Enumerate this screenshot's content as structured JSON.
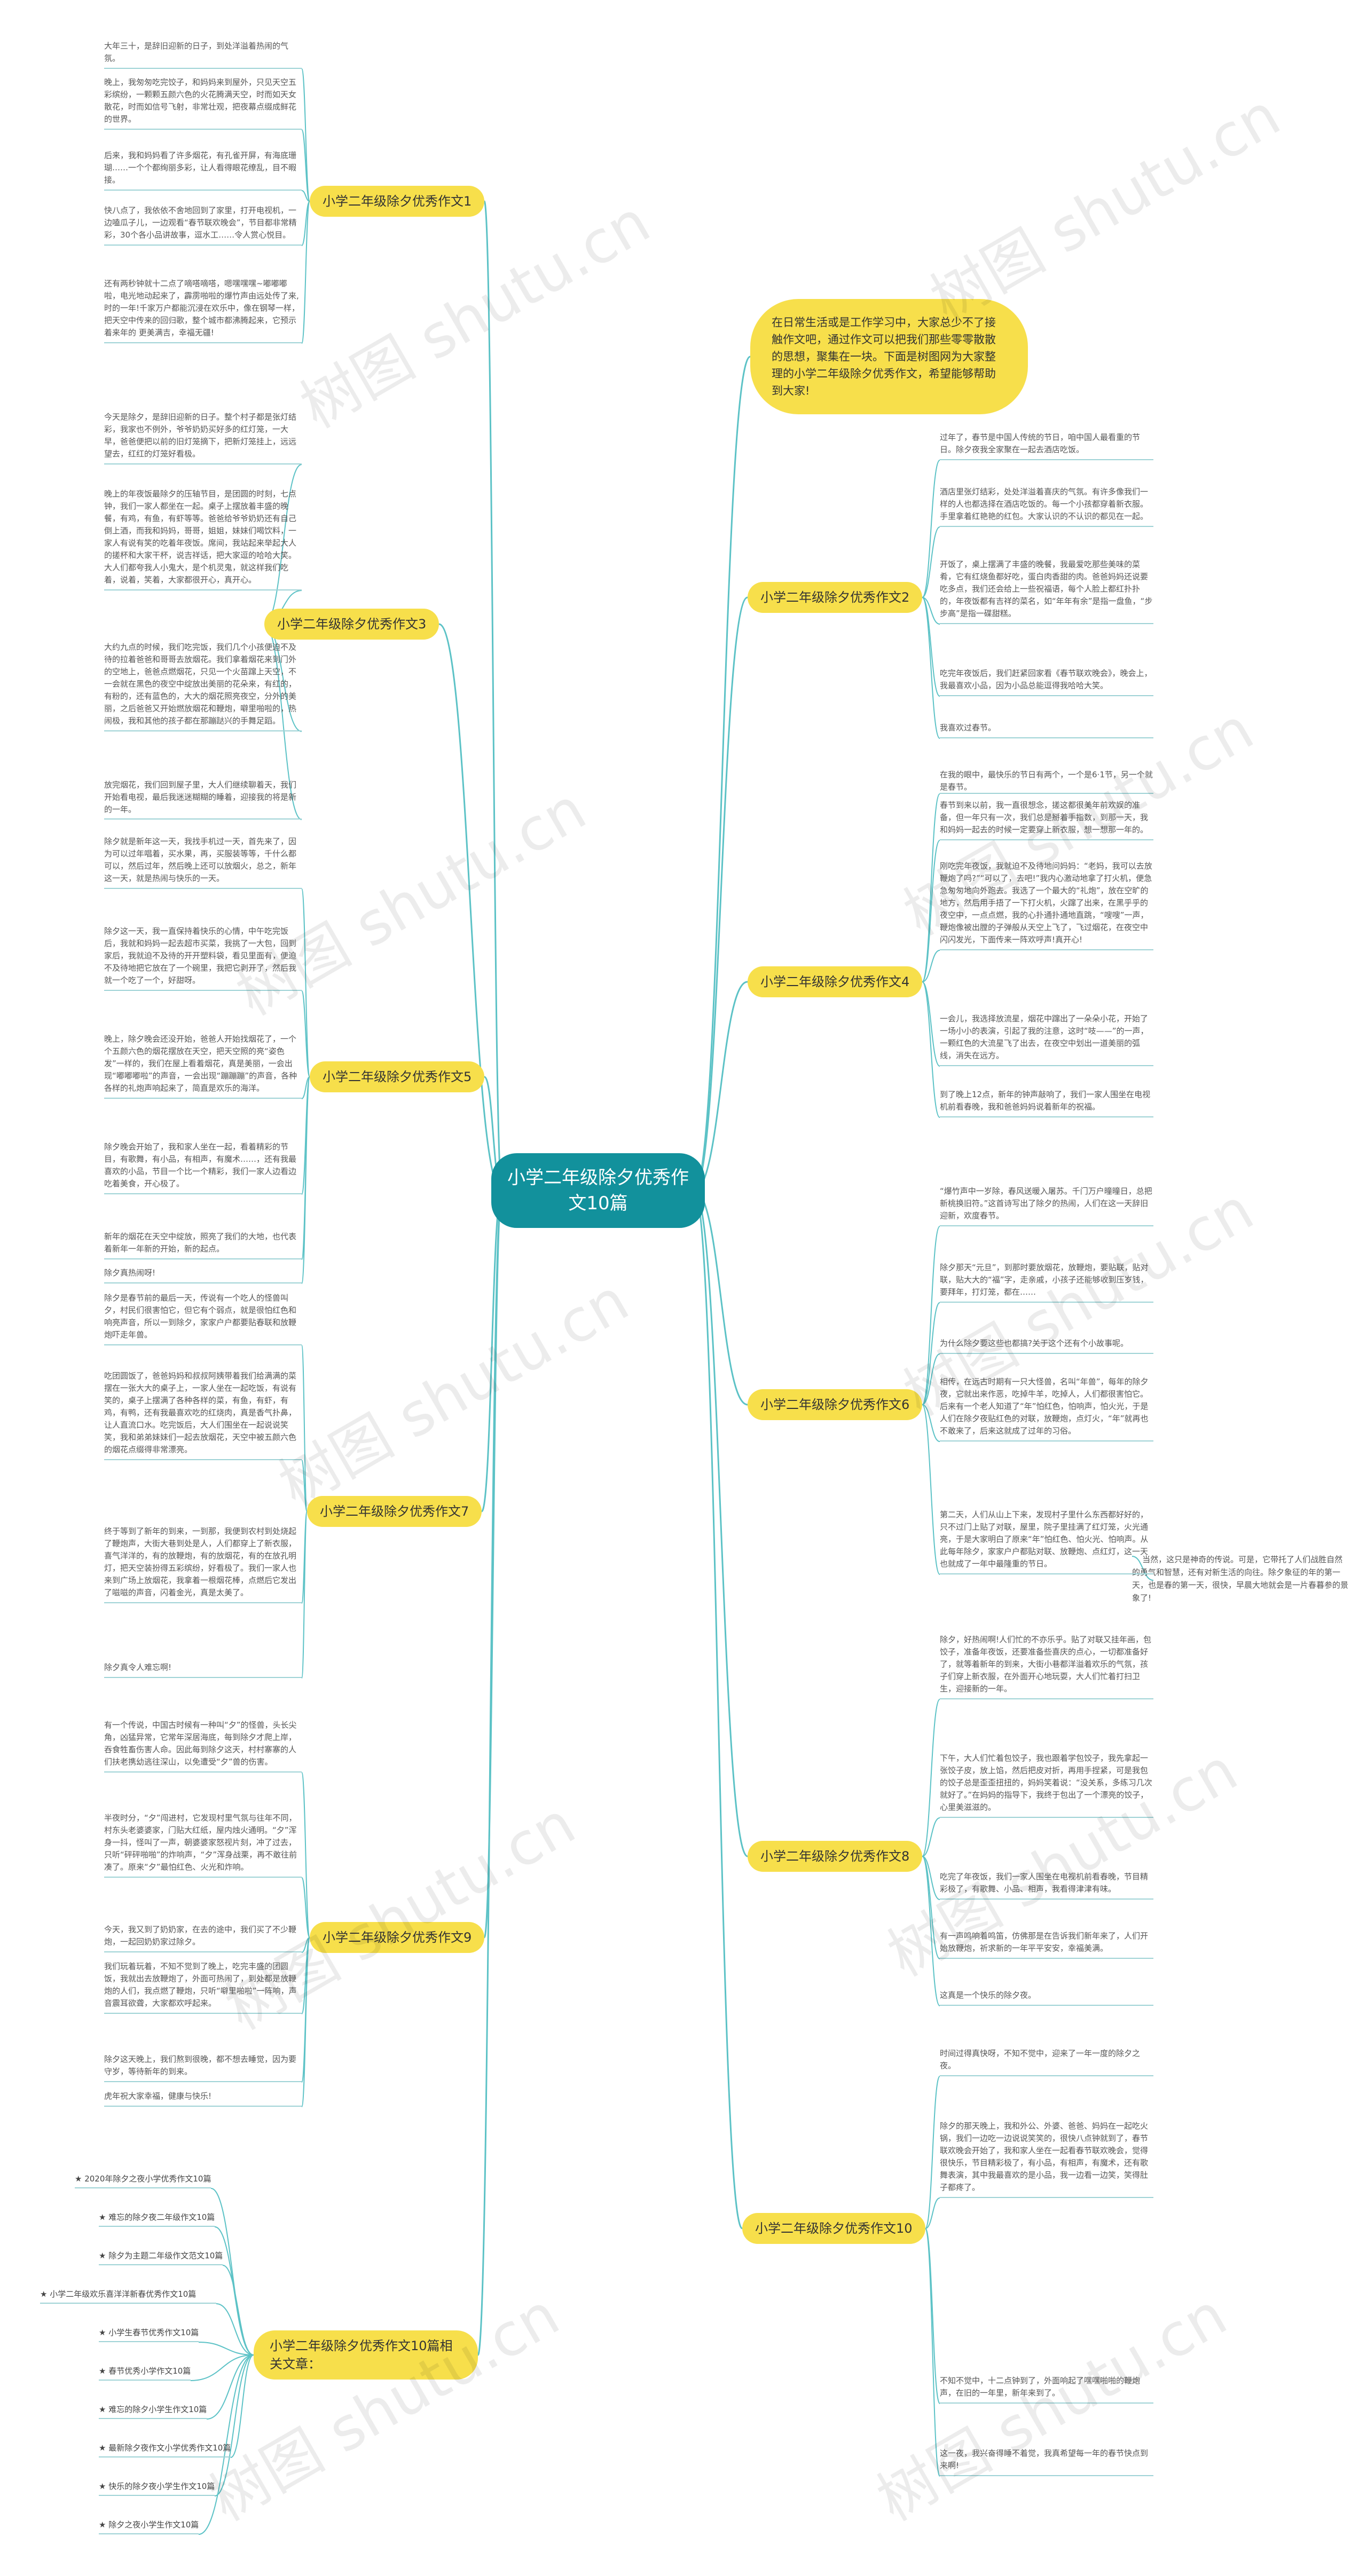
{
  "root": {
    "title": "小学二年级除夕优秀作文10篇"
  },
  "intro": "在日常生活或是工作学习中，大家总少不了接触作文吧，通过作文可以把我们那些零零散散的思想，聚集在一块。下面是树图网为大家整理的小学二年级除夕优秀作文，希望能够帮助到大家!",
  "branches": [
    {
      "label": "小学二年级除夕优秀作文1",
      "paras": [
        "大年三十，是辞旧迎新的日子，到处洋溢着热闹的气氛。",
        "晚上，我匆匆吃完饺子，和妈妈来到屋外，只见天空五彩缤纷，一颗颗五颜六色的火花腾满天空，时而如天女散花，时而如信号飞射，非常壮观，把夜幕点缀成鲜花的世界。",
        "后来，我和妈妈看了许多烟花，有孔雀开屏，有海底珊瑚……一个个都绚丽多彩，让人看得眼花缭乱，目不暇接。",
        "快八点了，我依依不舍地回到了家里，打开电视机，一边嗑瓜子儿，一边观看“春节联欢晚会”，节目都非常精彩，30个各小品讲故事，逗水工……令人赏心悦目。",
        "还有两秒钟就十二点了嘀嗒嘀嗒，嗯嘿嘿嘿~嘟嘟嘟啦，电光地动起来了，霹雳啪啦的爆竹声由远处传了来,时的一年!千家万户都能沉浸在欢乐中，像在钢琴一样，把天空中传来的回归歌，整个城市都沸腾起来，它预示着来年的 更美满吉，幸福无疆!"
      ]
    },
    {
      "label": "小学二年级除夕优秀作文2",
      "paras": [
        "过年了，春节是中国人传统的节日，咱中国人最看重的节日。除夕夜我全家聚在一起去酒店吃饭。",
        "酒店里张灯结彩，处处洋溢着喜庆的气氛。有许多像我们一样的人也都选择在酒店吃饭的。每一个小孩都穿着新衣服。手里拿着红艳艳的红包。大家认识的不认识的都见在一起。",
        "开饭了，桌上摆满了丰盛的晚餐，我最爱吃那些美味的菜肴，它有红烧鱼都好吃，蛋白肉香甜的肉。爸爸妈妈还说要吃多点，我们还会给上一些祝福语，每个人脸上都红扑扑的，年夜饭都有吉祥的菜名，如“年年有余”是指一盘鱼，“步步高”是指一碟甜糕。",
        "吃完年夜饭后，我们赶紧回家看《春节联欢晚会》，晚会上，我最喜欢小品，因为小品总能逗得我哈哈大笑。",
        "我喜欢过春节。"
      ]
    },
    {
      "label": "小学二年级除夕优秀作文3",
      "paras": [
        "今天是除夕，是辞旧迎新的日子。整个村子都是张灯结彩，我家也不例外，爷爷奶奶买好多的红灯笼，一大早，爸爸便把以前的旧灯笼摘下，把新灯笼挂上，远远望去，红红的灯笼好看极。",
        "晚上的年夜饭最除夕的压轴节目，是团圆的时刻，七点钟，我们一家人都坐在一起。桌子上摆放着丰盛的晚餐，有鸡，有鱼，有虾等等。爸爸给爷爷奶奶还有自己倒上酒，而我和妈妈，哥哥，姐姐，妹妹们喝饮料，一家人有说有笑的吃着年夜饭。席间，我站起来举起大人的搓杯和大家干杯，说吉祥话，把大家逗的哈哈大笑。大人们都夸我人小鬼大，是个机灵鬼，就这样我们吃着，说着，笑着，大家都很开心，真开心。",
        "大约九点的时候，我们吃完饭，我们几个小孩便迫不及待的拉着爸爸和哥哥去放烟花。我们拿着烟花来到门外的空地上，爸爸点燃烟花，只见一个火苗蹿上天空，不一会就在黑色的夜空中绽放出美丽的花朵来，有红的，有粉的，还有蓝色的，大大的烟花照亮夜空，分外的美丽，之后爸爸又开始燃放烟花和鞭炮，噼里啪啦的，热闹极，我和其他的孩子都在那蹦跶兴的手舞足蹈。",
        "放完烟花，我们回到屋子里，大人们继续聊着天，我们开始看电视，最后我迷迷糊糊的睡着，迎接我的将是新的一年。"
      ]
    },
    {
      "label": "小学二年级除夕优秀作文4",
      "paras": [
        "在我的眼中，最快乐的节日有两个，一个是6·1节，另一个就是春节。",
        "春节到来以前，我一直很想念，搓这都很美年前欢娱的准备，但一年只有一次，我们总是掰着手指数，到那一天，我和妈妈一起去的时候一定要穿上新衣服，想一想那一年的。",
        "刚吃完年夜饭，我就迫不及待地问妈妈：“老妈，我可以去放鞭炮了吗?”“可以了，去吧!”我内心激动地拿了打火机，便急急匆匆地向外跑去。我选了一个最大的“礼炮”，放在空旷的地方，然后用手捂了一下打火机，火蹿了出来，在黑乎乎的夜空中，一点点燃，我的心扑通扑通地直跳，“嗖嗖”一声，鞭炮像被出膛的子弹般从天空上飞了，飞过烟花，在夜空中闪闪发光，下面传来一阵欢呼声!真开心!",
        "一会儿，我选择放流星，烟花中蹿出了一朵朵小花，开始了一场小小的表演，引起了我的注意，这时“吱——”的一声，一颗红色的大流星飞了出去，在夜空中划出一道美丽的弧线，消失在远方。",
        "到了晚上12点，新年的钟声敲响了，我们一家人围坐在电视机前看春晚，我和爸爸妈妈说着新年的祝福。"
      ]
    },
    {
      "label": "小学二年级除夕优秀作文5",
      "paras": [
        "除夕就是新年这一天，我找手机过一天，首先来了，因为可以过年唱着，买水果，再，买服装等等，千什么都可以，然后过年，然后晚上还可以放烟火，总之，新年这一天，就是热闹与快乐的一天。",
        "除夕这一天，我一直保持着快乐的心情，中午吃完饭后，我就和妈妈一起去超市买菜，我挑了一大包，回到家后，我就迫不及待的开开塑料袋，看见里面有，便迫不及待地把它放在了一个碗里，我把它剥开了，然后我就一个吃了一个，好甜呀。",
        "晚上，除夕晚会还没开始，爸爸人开始找烟花了，一个个五颜六色的烟花摆放在天空，把天空照的亮“姿色发”一样的，我们在屋上看着烟花，真是美丽，一会出现“嘟嘟嘟啦”的声音，一会出现“蹦蹦蹦”的声音，各种各样的礼炮声响起来了，简直是欢乐的海洋。",
        "除夕晚会开始了，我和家人坐在一起，看着精彩的节目，有歌舞，有小品，有相声，有魔术……，还有我最喜欢的小品，节目一个比一个精彩，我们一家人边看边吃着美食，开心极了。",
        "新年的烟花在天空中绽放，照亮了我们的大地，也代表着新年一年新的开始，新的起点。",
        "除夕真热闹呀!"
      ]
    },
    {
      "label": "小学二年级除夕优秀作文6",
      "paras": [
        "“爆竹声中一岁除，春风送暖入屠苏。千门万户曈曈日，总把新桃换旧符。”这首诗写出了除夕的热闹，人们在这一天辞旧迎新，欢度春节。",
        "除夕那天“元旦”，到那时要放烟花，放鞭炮，要贴联，贴对联，贴大大的“福”字，走亲戚，小孩子还能够收到压岁钱，要拜年，打灯笼，都在……",
        "为什么除夕要这些也都搞?关于这个还有个小故事呢。",
        "相传，在远古时期有一只大怪兽，名叫“年兽”，每年的除夕夜，它就出来作恶，吃掉牛羊，吃掉人，人们都很害怕它。后来有一个老人知道了“年”怕红色，怕响声，怕火光，于是人们在除夕夜贴红色的对联，放鞭炮，点灯火，“年”就再也不敢来了，后来这就成了过年的习俗。",
        "第二天，人们从山上下来，发现村子里什么东西都好好的，只不过门上贴了对联，屋里，院子里挂满了红灯笼，火光通亮，于是大家明白了原来“年”怕红色、怕火光、怕响声。从此每年除夕，家家户户都贴对联、放鞭炮、点红灯，这一天也就成了一年中最隆重的节日。"
      ]
    },
    {
      "label": "小学二年级除夕优秀作文7",
      "paras": [
        "除夕是春节前的最后一天，传说有一个吃人的怪兽叫夕，村民们很害怕它，但它有个弱点，就是很怕红色和响亮声音，所以一到除夕，家家户户都要贴春联和放鞭炮吓走年兽。",
        "吃团圆饭了，爸爸妈妈和叔叔阿姨带着我们给满满的菜摆在一张大大的桌子上，一家人坐在一起吃饭，有说有笑的，桌子上摆满了各种各样的菜，有鱼，有虾，有鸡，有鸭，还有我最喜欢吃的红烧肉，真是香气扑鼻，让人直流口水。吃完饭后，大人们围坐在一起说说笑笑，我和弟弟妹妹们一起去放烟花，天空中被五颜六色的烟花点缀得非常漂亮。",
        "终于等到了新年的到来，一到那，我便到农村到处烧起了鞭炮声，大街大巷到处是人，人们都穿上了新衣服，喜气洋洋的，有的放鞭炮，有的放烟花，有的在放孔明灯，把天空装扮得五彩缤纷，好看极了。我们一家人也来到广场上放烟花，我拿着一根烟花棒，点燃后它发出了嗞嗞的声音，闪着金光，真是太美了。",
        "除夕真令人难忘啊!"
      ]
    },
    {
      "label": "小学二年级除夕优秀作文8",
      "paras": [
        "除夕，好热闹啊!人们忙的不亦乐乎。贴了对联又挂年画，包饺子，准备年夜饭，还要准备些喜庆的点心，一切都准备好了，就等着新年的到来，大街小巷都洋溢着欢乐的气氛，孩子们穿上新衣服，在外面开心地玩耍，大人们忙着打扫卫生，迎接新的一年。",
        "下午，大人们忙着包饺子，我也跟着学包饺子，我先拿起一张饺子皮，放上馅，然后把皮对折，再用手捏紧，可是我包的饺子总是歪歪扭扭的，妈妈笑着说：“没关系，多练习几次就好了。”在妈妈的指导下，我终于包出了一个漂亮的饺子，心里美滋滋的。",
        "吃完了年夜饭，我们一家人围坐在电视机前看春晚，节目精彩极了，有歌舞、小品、相声，我看得津津有味。",
        "有一声鸣响着鸣笛，仿佛那是在告诉我们新年来了，人们开始放鞭炮，祈求新的一年平平安安，幸福美满。",
        "这真是一个快乐的除夕夜。"
      ]
    },
    {
      "label": "小学二年级除夕优秀作文9",
      "paras": [
        "有一个传说，中国古时候有一种叫“夕”的怪兽，头长尖角，凶猛异常，它常年深居海底，每到除夕才爬上岸，吞食牲畜伤害人命。因此每到除夕这天，村村寨寨的人们扶老携幼逃往深山，以免遭受“夕”兽的伤害。",
        "半夜时分，“夕”闯进村，它发现村里气氛与往年不同，村东头老婆婆家，门贴大红纸，屋内烛火通明。“夕”浑身一抖，怪叫了一声，朝婆婆家怒视片刻，冲了过去，只听“砰砰啪啪”的炸响声，“夕”浑身战栗，再不敢往前凑了。原来“夕”最怕红色、火光和炸响。",
        "今天，我又到了奶奶家，在去的途中，我们买了不少鞭炮，一起回奶奶家过除夕。",
        "我们玩着玩着，不知不觉到了晚上，吃完丰盛的团圆饭，我就出去放鞭炮了，外面可热闹了，到处都是放鞭炮的人们，我点燃了鞭炮，只听“噼里啪啦”一阵响，声音震耳欲聋，大家都欢呼起来。",
        "除夕这天晚上，我们熬到很晚，都不想去睡觉，因为要守岁，等待新年的到来。",
        "虎年祝大家幸福，健康与快乐!"
      ]
    },
    {
      "label": "小学二年级除夕优秀作文10",
      "paras": [
        "时间过得真快呀，不知不觉中，迎来了一年一度的除夕之夜。",
        "除夕的那天晚上，我和外公、外婆、爸爸、妈妈在一起吃火锅，我们一边吃一边说说笑笑的，很快八点钟就到了，春节联欢晚会开始了，我和家人坐在一起看春节联欢晚会，觉得很快乐，节目精彩极了，有小品，有相声，有魔术，还有歌舞表演，其中我最喜欢的是小品，我一边看一边笑，笑得肚子都疼了。",
        "不知不觉中，十二点钟到了，外面响起了嘿嘿啪啪的鞭炮声，在旧的一年里，新年来到了。",
        "这一夜，我兴奋得睡不着觉，我真希望每一年的春节快点到来啊!"
      ]
    }
  ],
  "related_titles": {
    "label": "小学二年级除夕优秀作文10篇相关文章：",
    "items": [
      "★ 2020年除夕之夜小学优秀作文10篇",
      "★ 难忘的除夕夜二年级作文10篇",
      "★ 除夕为主题二年级作文范文10篇",
      "★ 小学二年级欢乐喜洋洋新春优秀作文10篇",
      "★ 小学生春节优秀作文10篇",
      "★ 春节优秀小学作文10篇",
      "★ 难忘的除夕小学生作文10篇",
      "★ 最新除夕夜作文小学优秀作文10篇",
      "★ 快乐的除夕夜小学生作文10篇",
      "★ 除夕之夜小学生作文10篇"
    ]
  },
  "side_note": "当然，这只是神奇的传说。可是，它带托了人们战胜自然的勇气和智慧，还有对新生活的向往。除夕象征的年的第一天，也是春的第一天，很快，早晨大地就会是一片春暮参的景象了!",
  "watermark": "树图 shutu.cn",
  "colors": {
    "root": "#12919c",
    "branch": "#f7df4b",
    "line": "#5cc2c6"
  }
}
